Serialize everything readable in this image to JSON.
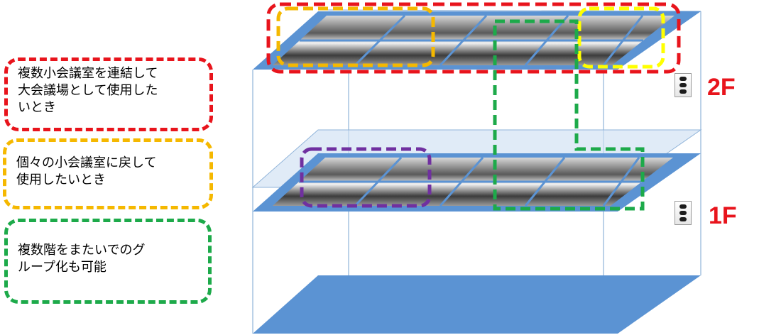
{
  "legend": {
    "items": [
      {
        "text": "複数小会議室を連結して\n大会議場として使用した\nいとき",
        "color": "#e8141c"
      },
      {
        "text": "個々の小会議室に戻して\n使用したいとき",
        "color": "#f5b800"
      },
      {
        "text": "複数階をまたいでのグ\nループ化も可能",
        "color": "#1daa4a"
      }
    ]
  },
  "floors": [
    {
      "label": "2F"
    },
    {
      "label": "1F"
    }
  ],
  "colors": {
    "floor_fill": "#5b93d3",
    "frame_line": "#8fb3d9",
    "label_red": "#e8141c",
    "purple": "#7030a0",
    "yellow": "#ffff00"
  },
  "icons": {
    "control_panel": "control-panel-icon"
  }
}
